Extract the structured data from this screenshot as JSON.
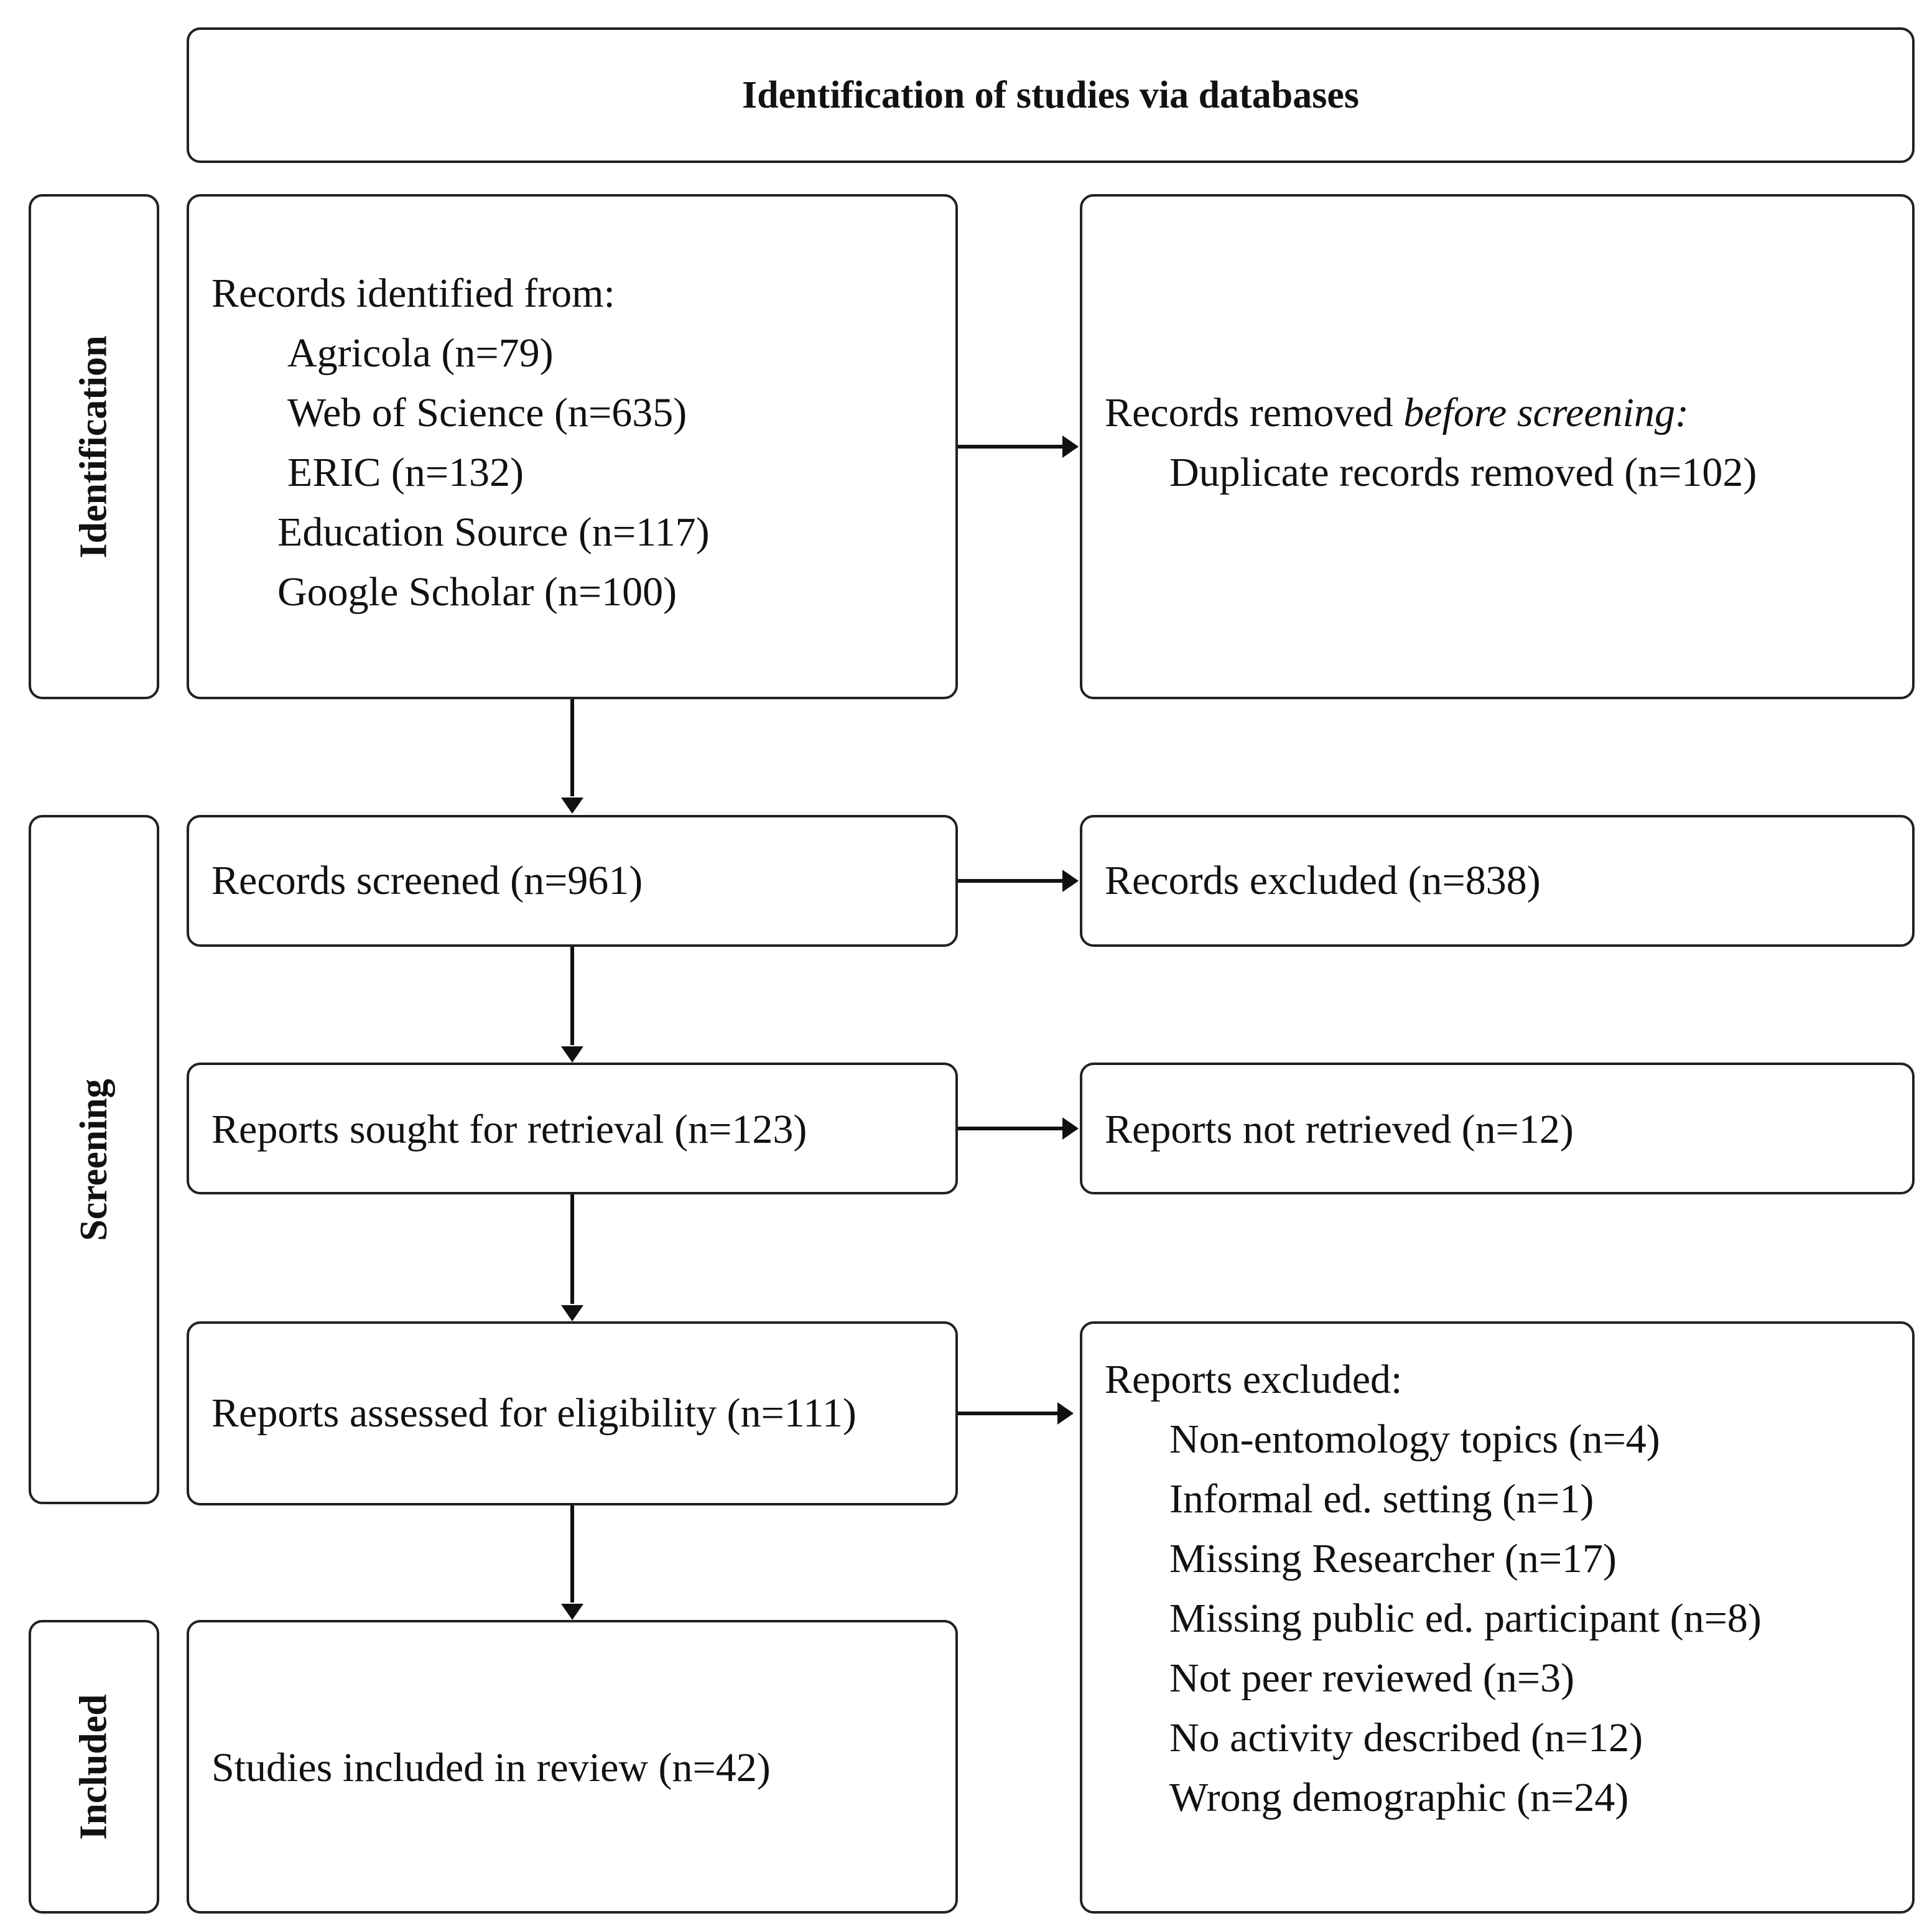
{
  "header": {
    "title": "Identification of studies via databases"
  },
  "phases": {
    "identification": "Identification",
    "screening": "Screening",
    "included": "Included"
  },
  "identification": {
    "records_identified_title": "Records identified from:",
    "sources": [
      "Agricola (n=79)",
      "Web of Science (n=635)",
      "ERIC (n=132)",
      "Education Source (n=117)",
      "Google Scholar (n=100)"
    ],
    "removed_prefix": "Records removed ",
    "removed_emphasis": "before screening:",
    "duplicates": "Duplicate records removed (n=102)"
  },
  "screening": {
    "records_screened": "Records screened (n=961)",
    "records_excluded": "Records excluded (n=838)",
    "reports_sought": "Reports sought for retrieval (n=123)",
    "reports_not_retrieved": "Reports not retrieved (n=12)",
    "reports_assessed": "Reports assessed for eligibility (n=111)",
    "reports_excluded_title": "Reports excluded:",
    "exclusion_reasons": [
      "Non-entomology topics (n=4)",
      "Informal ed. setting (n=1)",
      "Missing Researcher (n=17)",
      "Missing public ed. participant (n=8)",
      "Not peer reviewed (n=3)",
      "No activity described (n=12)",
      "Wrong demographic (n=24)"
    ]
  },
  "included": {
    "studies_included": "Studies included in review (n=42)"
  }
}
